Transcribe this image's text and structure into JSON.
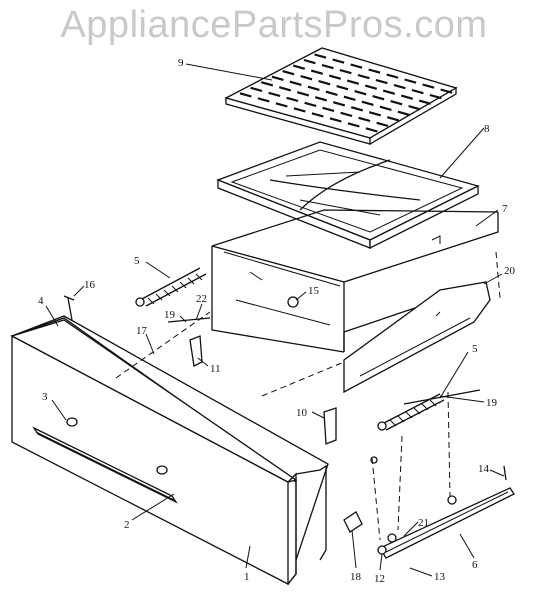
{
  "watermark": "AppliancePartsPros.com",
  "parts": [
    {
      "label": "1"
    },
    {
      "label": "2"
    },
    {
      "label": "3"
    },
    {
      "label": "4"
    },
    {
      "label": "5"
    },
    {
      "label": "5"
    },
    {
      "label": "6"
    },
    {
      "label": "7"
    },
    {
      "label": "8"
    },
    {
      "label": "9"
    },
    {
      "label": "10"
    },
    {
      "label": "11"
    },
    {
      "label": "12"
    },
    {
      "label": "13"
    },
    {
      "label": "14"
    },
    {
      "label": "15"
    },
    {
      "label": "16"
    },
    {
      "label": "17"
    },
    {
      "label": "18"
    },
    {
      "label": "19"
    },
    {
      "label": "19"
    },
    {
      "label": "20"
    },
    {
      "label": "21"
    },
    {
      "label": "22"
    }
  ]
}
